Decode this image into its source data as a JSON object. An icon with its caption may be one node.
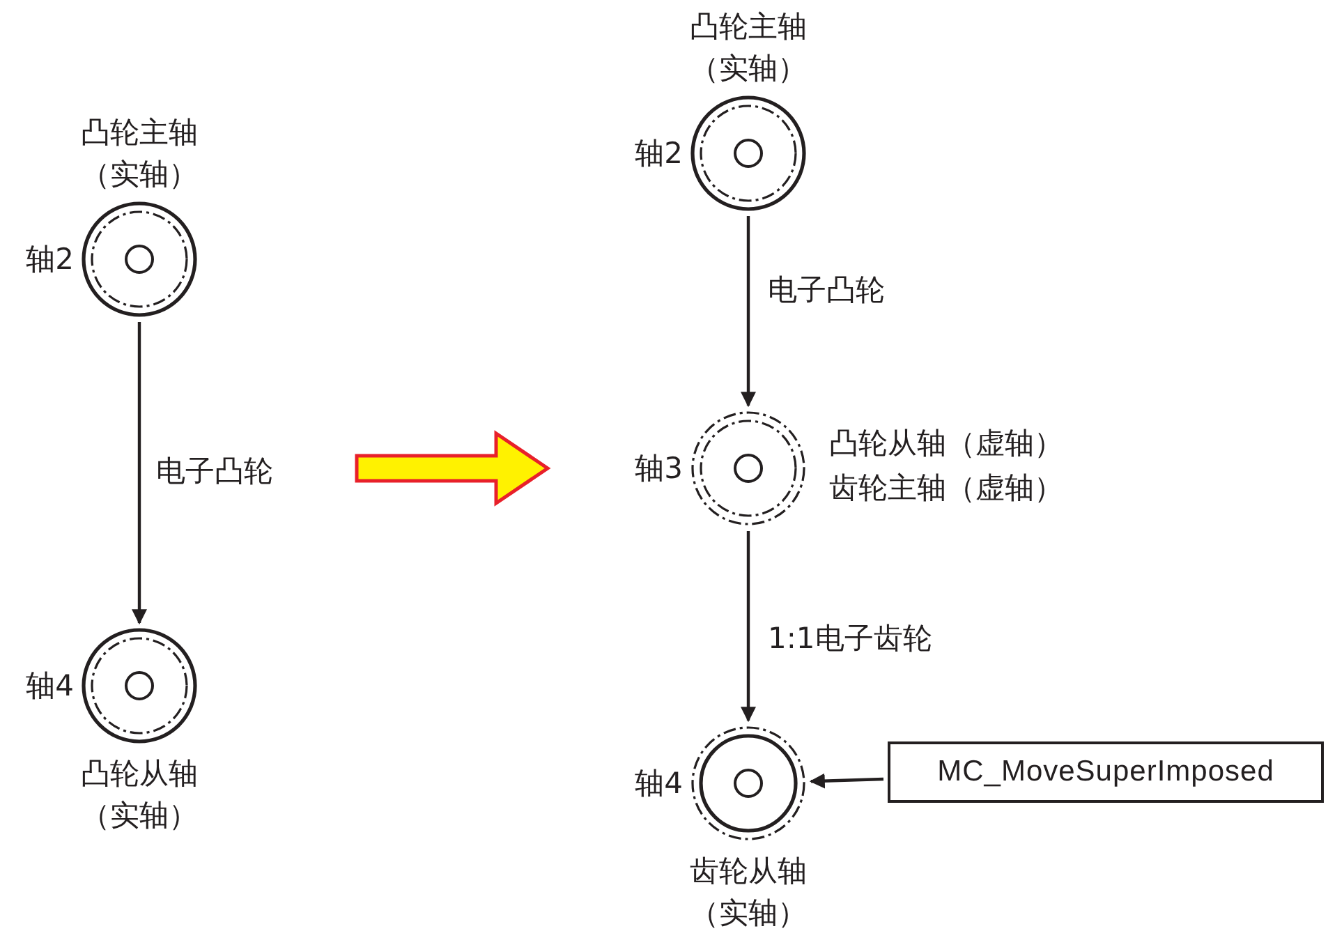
{
  "diagram": {
    "nodes": [
      {
        "text": [
          "凸轮主轴（实轴）"
        ],
        "beside": [
          "轴2"
        ]
      },
      {
        "text": [
          "凸轮从轴（实轴）"
        ],
        "beside": [
          "轴4"
        ]
      },
      {
        "text": [
          "凸轮主轴（实轴）"
        ],
        "beside": [
          "轴2"
        ]
      },
      {
        "text": [
          "凸轮从轴（虚轴）",
          "齿轮主轴（虚轴）"
        ],
        "beside": [
          "轴3"
        ]
      },
      {
        "text": [
          "齿轮从轴（实轴）"
        ],
        "beside": [
          "轴4"
        ]
      },
      {
        "text": [
          "MC_MoveSuperImposed"
        ]
      }
    ],
    "edges": [
      {
        "from": 0,
        "to": 1,
        "arrow": "to",
        "label": "电子凸轮"
      },
      {
        "from": 2,
        "to": 3,
        "arrow": "to",
        "label": "电子凸轮"
      },
      {
        "from": 3,
        "to": 4,
        "arrow": "to",
        "label": "1:1电子齿轮"
      },
      {
        "from": 5,
        "to": 4,
        "arrow": "to"
      }
    ]
  }
}
